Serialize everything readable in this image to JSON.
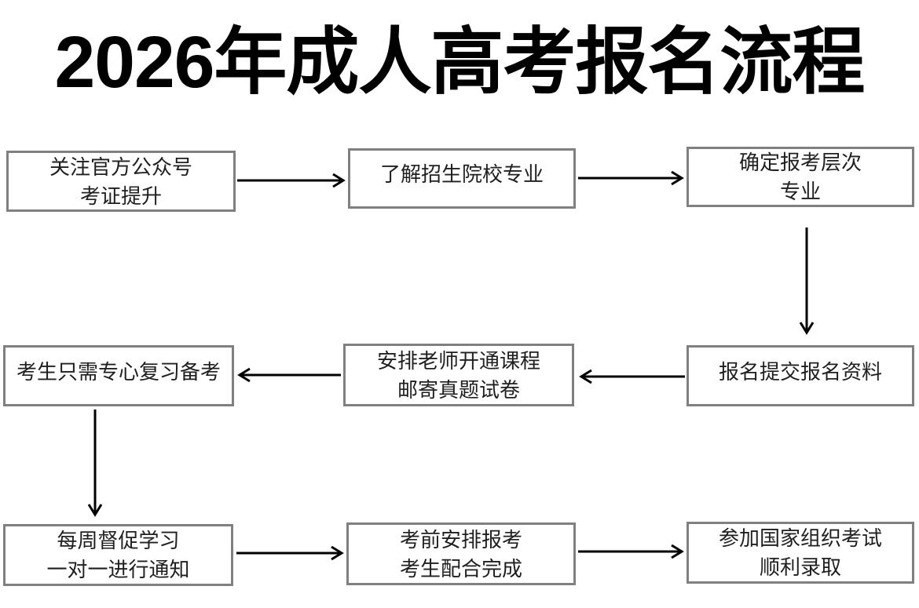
{
  "title": "2026年成人高考报名流程",
  "colors": {
    "background": "#ffffff",
    "box_border": "#808080",
    "box_fill": "#ffffff",
    "box_text": "#1f1f1f",
    "title_text": "#000000",
    "arrow": "#000000"
  },
  "flow": {
    "step1": {
      "line1": "关注官方公众号",
      "line2": "考证提升"
    },
    "step2": {
      "line1": "了解招生院校专业",
      "line2": ""
    },
    "step3": {
      "line1": "确定报考层次",
      "line2": "专业"
    },
    "step4": {
      "line1": "报名提交报名资料",
      "line2": ""
    },
    "step5": {
      "line1": "安排老师开通课程",
      "line2": "邮寄真题试卷"
    },
    "step6": {
      "line1": "考生只需专心复习备考",
      "line2": ""
    },
    "step7": {
      "line1": "每周督促学习",
      "line2": "一对一进行通知"
    },
    "step8": {
      "line1": "考前安排报考",
      "line2": "考生配合完成"
    },
    "step9": {
      "line1": "参加国家组织考试",
      "line2": "顺利录取"
    }
  },
  "connections": [
    {
      "from": "step1",
      "to": "step2",
      "direction": "right"
    },
    {
      "from": "step2",
      "to": "step3",
      "direction": "right"
    },
    {
      "from": "step3",
      "to": "step4",
      "direction": "down"
    },
    {
      "from": "step4",
      "to": "step5",
      "direction": "left"
    },
    {
      "from": "step5",
      "to": "step6",
      "direction": "left"
    },
    {
      "from": "step6",
      "to": "step7",
      "direction": "down"
    },
    {
      "from": "step7",
      "to": "step8",
      "direction": "right"
    },
    {
      "from": "step8",
      "to": "step9",
      "direction": "right"
    }
  ]
}
